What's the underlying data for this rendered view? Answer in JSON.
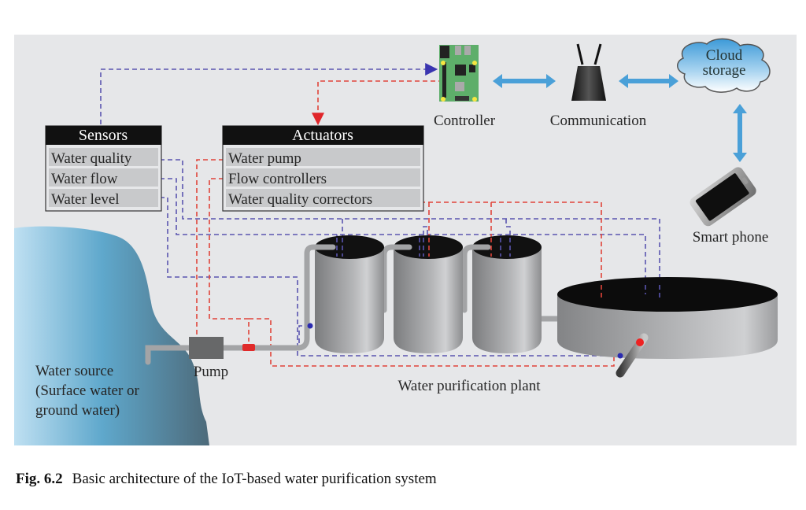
{
  "figure": {
    "caption_number": "Fig. 6.2",
    "caption_text": "Basic architecture of the IoT-based water purification system",
    "colors": {
      "background": "#e6e7e9",
      "sensor_signal": "#5a55b0",
      "actuator_signal": "#e0443a",
      "link_arrow": "#4aa0d8",
      "box_header": "#111111",
      "box_item": "#c8c9cb"
    }
  },
  "sensors": {
    "title": "Sensors",
    "items": [
      "Water quality",
      "Water flow",
      "Water level"
    ]
  },
  "actuators": {
    "title": "Actuators",
    "items": [
      "Water pump",
      "Flow controllers",
      "Water quality correctors"
    ]
  },
  "nodes": {
    "controller": "Controller",
    "communication": "Communication",
    "cloud_line1": "Cloud",
    "cloud_line2": "storage",
    "smartphone": "Smart phone",
    "pump": "Pump",
    "plant": "Water purification plant",
    "source_line1": "Water source",
    "source_line2": "(Surface water or",
    "source_line3": "ground water)"
  }
}
